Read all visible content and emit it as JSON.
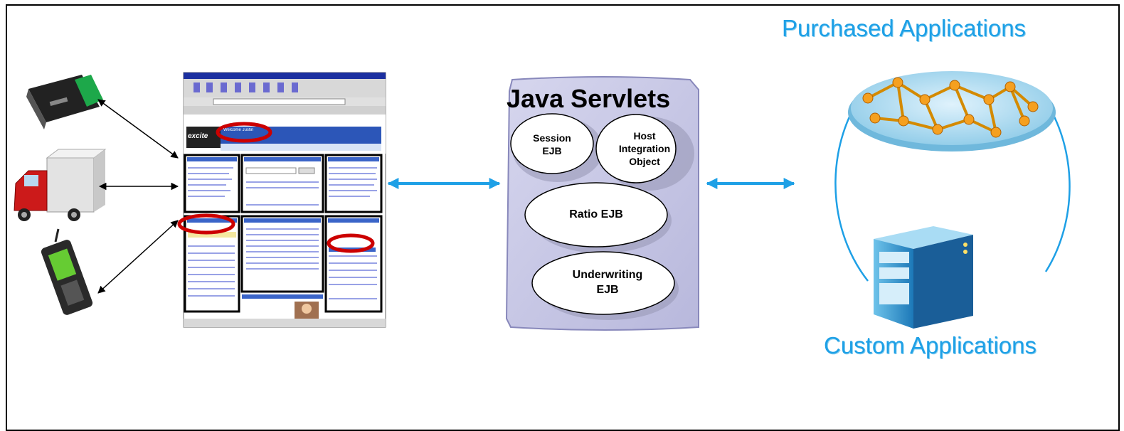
{
  "labels": {
    "purchased": "Purchased Applications",
    "custom": "Custom Applications"
  },
  "servlets": {
    "title": "Java Servlets",
    "session": [
      "Session",
      "EJB"
    ],
    "host": [
      "Host",
      "Integration",
      "Object"
    ],
    "ratio": "Ratio EJB",
    "underwriting": [
      "Underwriting",
      "EJB"
    ]
  },
  "browser": {
    "logo": "excite",
    "welcome": "Welcome Justin"
  },
  "colors": {
    "accent_blue": "#1ea0e6",
    "servlet_panel": "#c4c4e4",
    "highlight_red": "#cc0000"
  },
  "icons": [
    "pager-icon",
    "delivery-truck-icon",
    "mobile-phone-icon",
    "network-icon",
    "server-icon"
  ]
}
